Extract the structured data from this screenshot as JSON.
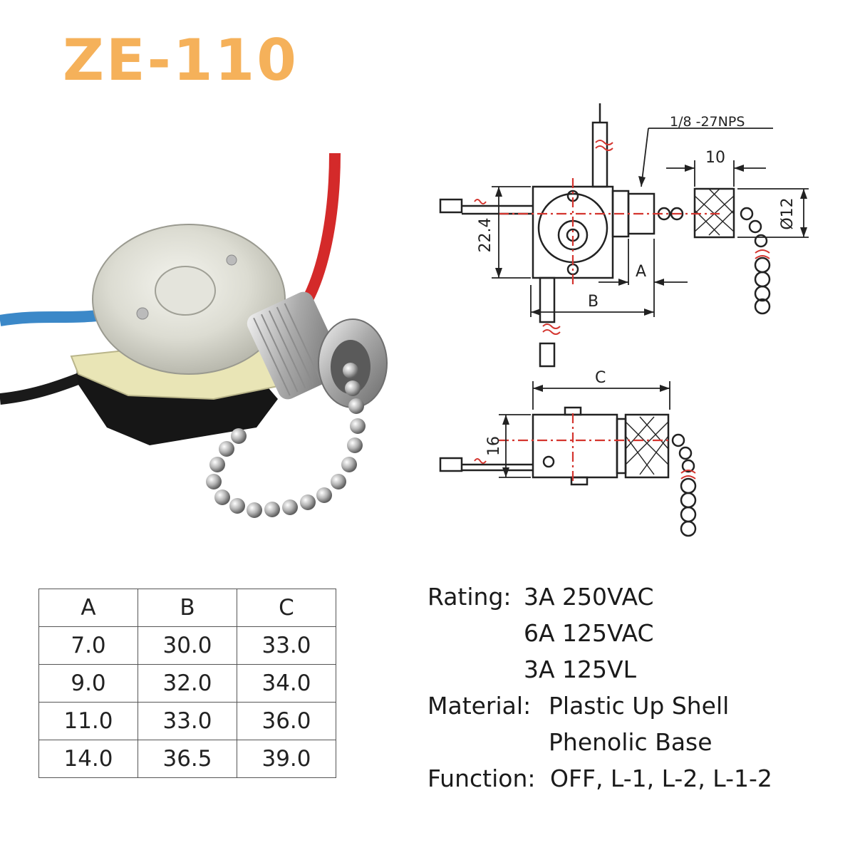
{
  "title": "ZE-110",
  "drawing": {
    "thread_label": "1/8 -27NPS",
    "dim_knob_length": "10",
    "dim_knob_diameter": "Ø12",
    "dim_height": "22.4",
    "dim_a": "A",
    "dim_b": "B",
    "dim_c": "C",
    "dim_side_height": "16"
  },
  "table": {
    "headers": [
      "A",
      "B",
      "C"
    ],
    "rows": [
      [
        "7.0",
        "30.0",
        "33.0"
      ],
      [
        "9.0",
        "32.0",
        "34.0"
      ],
      [
        "11.0",
        "33.0",
        "36.0"
      ],
      [
        "14.0",
        "36.5",
        "39.0"
      ]
    ]
  },
  "specs": {
    "rating_label": "Rating:",
    "rating_values": [
      "3A 250VAC",
      "6A 125VAC",
      "3A 125VL"
    ],
    "material_label": "Material:",
    "material_values": [
      "Plastic Up Shell",
      "Phenolic Base"
    ],
    "function_label": "Function:",
    "function_value": "OFF, L-1, L-2, L-1-2"
  },
  "colors": {
    "title": "#f5b15a",
    "wire_red": "#d42a2a",
    "wire_blue": "#3b88c8",
    "dim_red": "#d4352f"
  }
}
